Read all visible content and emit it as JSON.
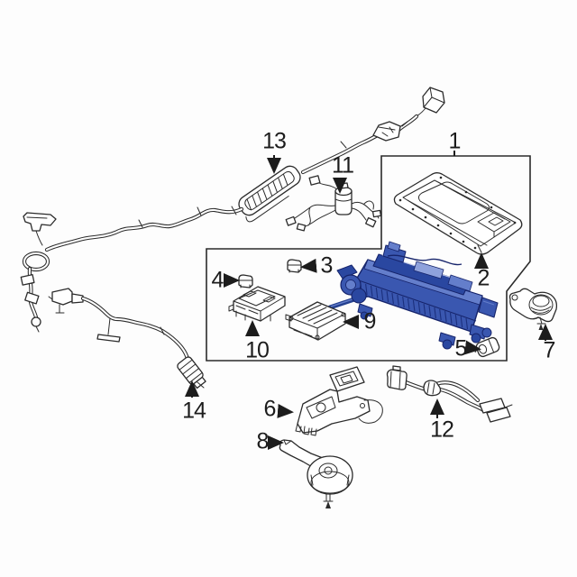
{
  "canvas": {
    "background": "#fdfdfd",
    "line_color": "#2b2b2b",
    "label_color": "#1c1c1c"
  },
  "battery_colors": {
    "body": "#3a57b0",
    "dark_outline": "#16246b",
    "mid_shade": "#2a47a0",
    "top_light": "#647ecb",
    "panel_light": "#8fa2dc",
    "highlight": "#c3cdef"
  },
  "callouts": {
    "c1": {
      "number": "1"
    },
    "c2": {
      "number": "2"
    },
    "c3": {
      "number": "3"
    },
    "c4": {
      "number": "4"
    },
    "c5": {
      "number": "5"
    },
    "c6": {
      "number": "6"
    },
    "c7": {
      "number": "7"
    },
    "c8": {
      "number": "8"
    },
    "c9": {
      "number": "9"
    },
    "c10": {
      "number": "10"
    },
    "c11": {
      "number": "11"
    },
    "c12": {
      "number": "12"
    },
    "c13": {
      "number": "13"
    },
    "c14": {
      "number": "14"
    }
  }
}
